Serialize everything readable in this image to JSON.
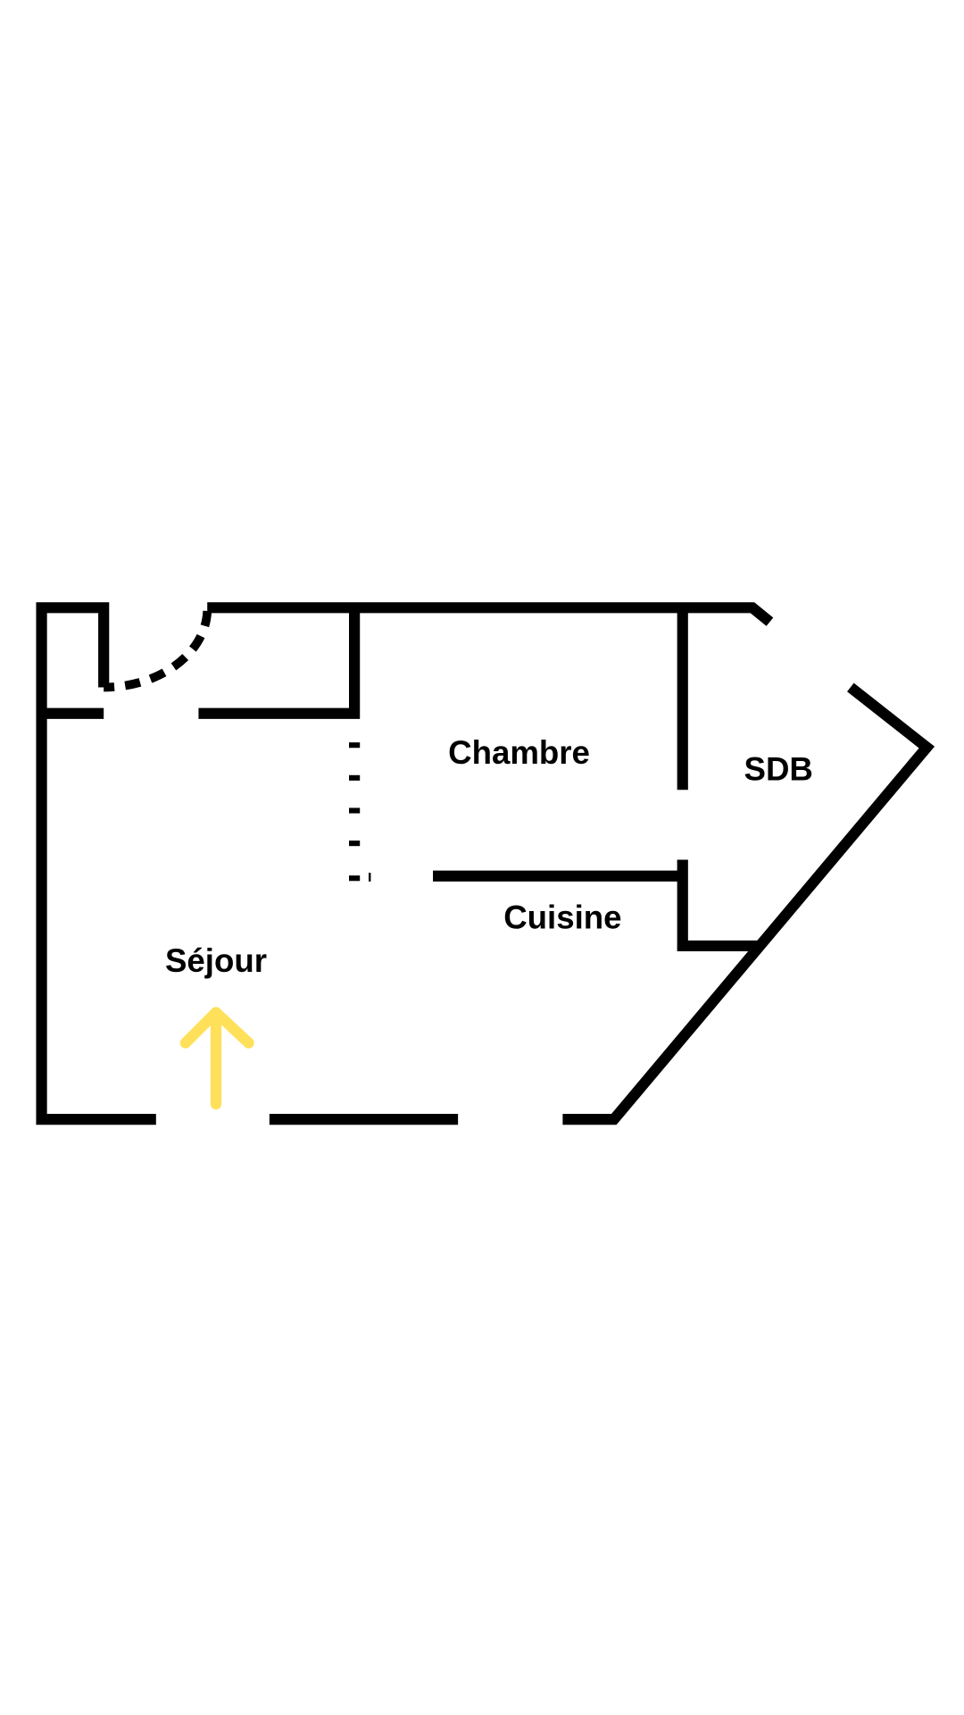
{
  "rooms": {
    "chambre": "Chambre",
    "sdb": "SDB",
    "cuisine": "Cuisine",
    "sejour": "Séjour"
  },
  "colors": {
    "walls": "#000000",
    "arrow": "#FFE05A",
    "background": "#FFFFFF"
  },
  "icons": {
    "entrance": "arrow-up-icon"
  }
}
